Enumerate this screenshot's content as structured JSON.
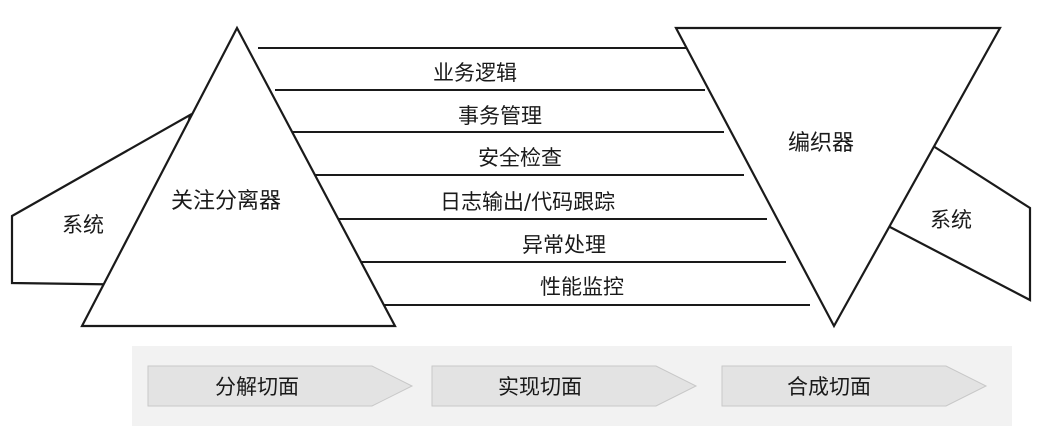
{
  "left": {
    "system_label": "系统",
    "separator_label": "关注分离器"
  },
  "right": {
    "weaver_label": "编织器",
    "system_label": "系统"
  },
  "aspects": [
    "业务逻辑",
    "事务管理",
    "安全检查",
    "日志输出/代码跟踪",
    "异常处理",
    "性能监控"
  ],
  "phases": [
    "分解切面",
    "实现切面",
    "合成切面"
  ]
}
